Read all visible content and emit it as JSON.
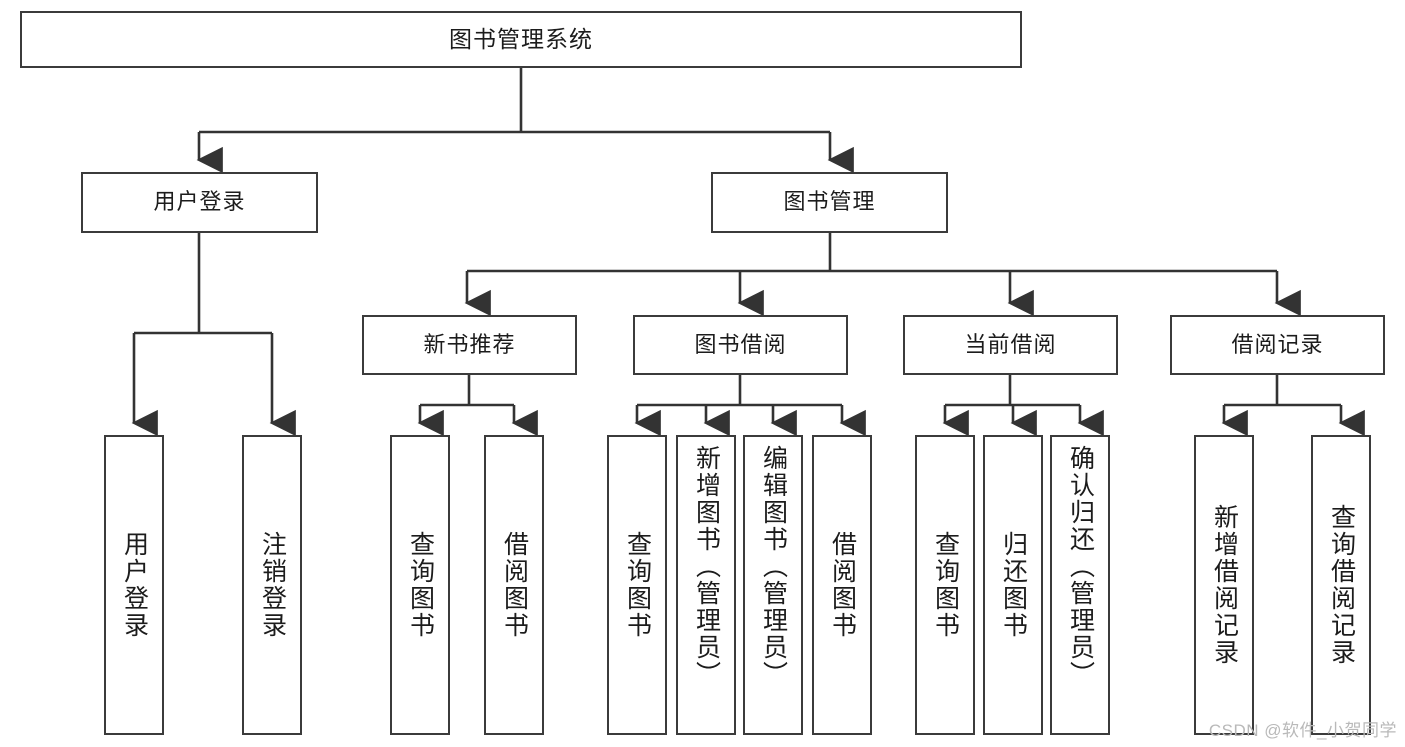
{
  "diagram": {
    "title": "图书管理系统",
    "type": "hierarchy-tree",
    "watermark": "CSDN @软件_小贺同学",
    "colors": {
      "background": "#ffffff",
      "border": "#3b3b3b",
      "text": "#1c1c1c",
      "connector": "#333333",
      "watermark": "#b9b9b9"
    },
    "root": {
      "label": "图书管理系统"
    },
    "level2": [
      {
        "label": "用户登录"
      },
      {
        "label": "图书管理"
      }
    ],
    "level3": [
      {
        "label": "新书推荐"
      },
      {
        "label": "图书借阅"
      },
      {
        "label": "当前借阅"
      },
      {
        "label": "借阅记录"
      }
    ],
    "leaves": {
      "user_login": [
        {
          "label": "用户登录"
        },
        {
          "label": "注销登录"
        }
      ],
      "new_book_recommend": [
        {
          "label": "查询图书"
        },
        {
          "label": "借阅图书"
        }
      ],
      "book_borrow": [
        {
          "label": "查询图书"
        },
        {
          "label": "新增图书（管理员）"
        },
        {
          "label": "编辑图书（管理员）"
        },
        {
          "label": "借阅图书"
        }
      ],
      "current_borrow": [
        {
          "label": "查询图书"
        },
        {
          "label": "归还图书"
        },
        {
          "label": "确认归还（管理员）"
        }
      ],
      "borrow_record": [
        {
          "label": "新增借阅记录"
        },
        {
          "label": "查询借阅记录"
        }
      ]
    }
  }
}
